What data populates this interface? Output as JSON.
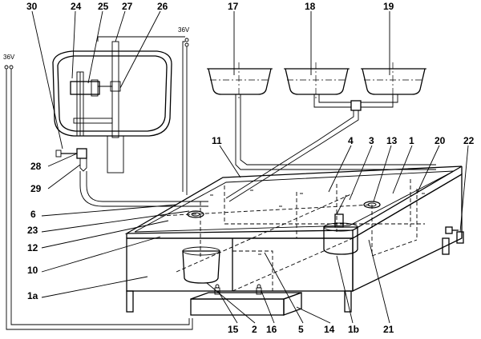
{
  "labels": {
    "l30": "30",
    "l24": "24",
    "l25": "25",
    "l27": "27",
    "l26": "26",
    "l17": "17",
    "l18": "18",
    "l19": "19",
    "l11": "11",
    "l4": "4",
    "l3": "3",
    "l13": "13",
    "l1": "1",
    "l20": "20",
    "l22": "22",
    "l28": "28",
    "l29": "29",
    "l6": "6",
    "l23": "23",
    "l12": "12",
    "l10": "10",
    "l1a": "1a",
    "l15": "15",
    "l2": "2",
    "l16": "16",
    "l5": "5",
    "l14": "14",
    "l1b": "1b",
    "l21": "21"
  },
  "voltage": {
    "left": "36V",
    "top": "36V"
  }
}
